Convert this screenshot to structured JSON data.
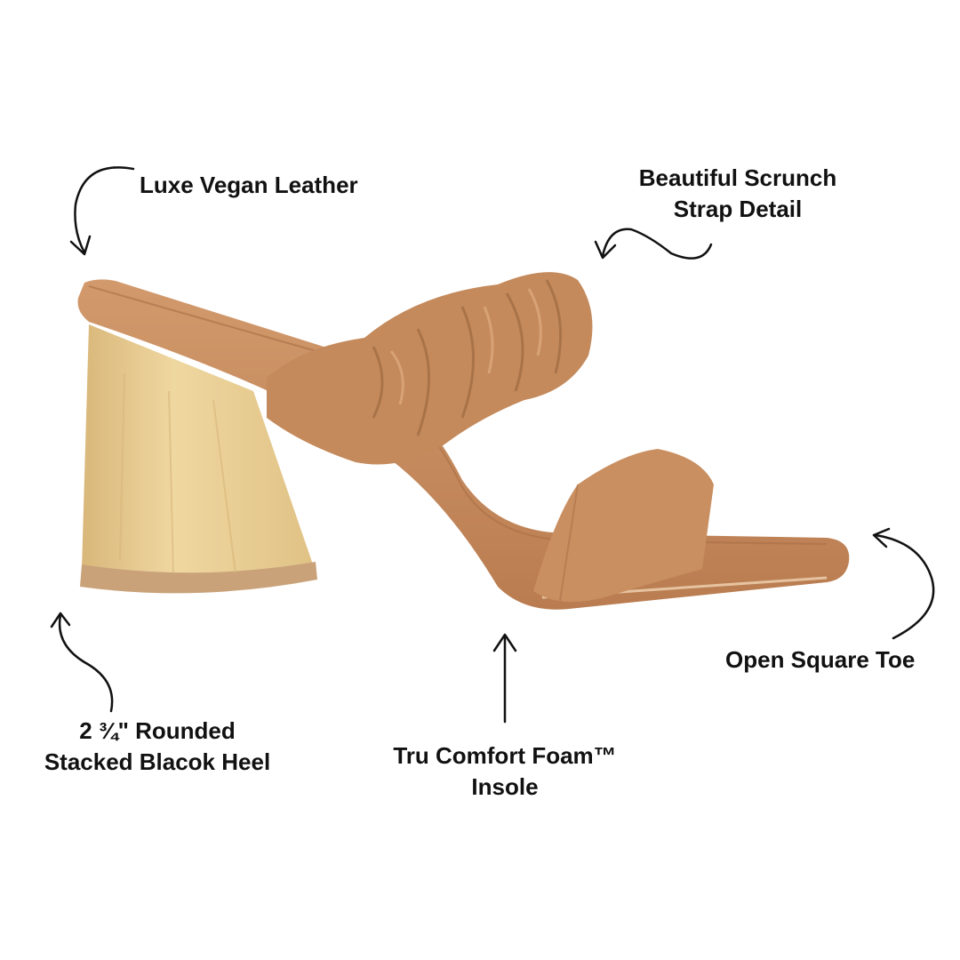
{
  "callouts": {
    "leather": {
      "line1": "Luxe Vegan Leather"
    },
    "strap": {
      "line1": "Beautiful Scrunch",
      "line2": "Strap Detail"
    },
    "toe": {
      "line1": "Open Square Toe"
    },
    "heel": {
      "line1": "2 ¾\" Rounded",
      "line2": "Stacked Blacok Heel"
    },
    "insole": {
      "line1": "Tru Comfort Foam™",
      "line2": "Insole"
    }
  },
  "colors": {
    "leather": "#c48a5c",
    "wood": "#e9cf95",
    "text": "#111111"
  }
}
